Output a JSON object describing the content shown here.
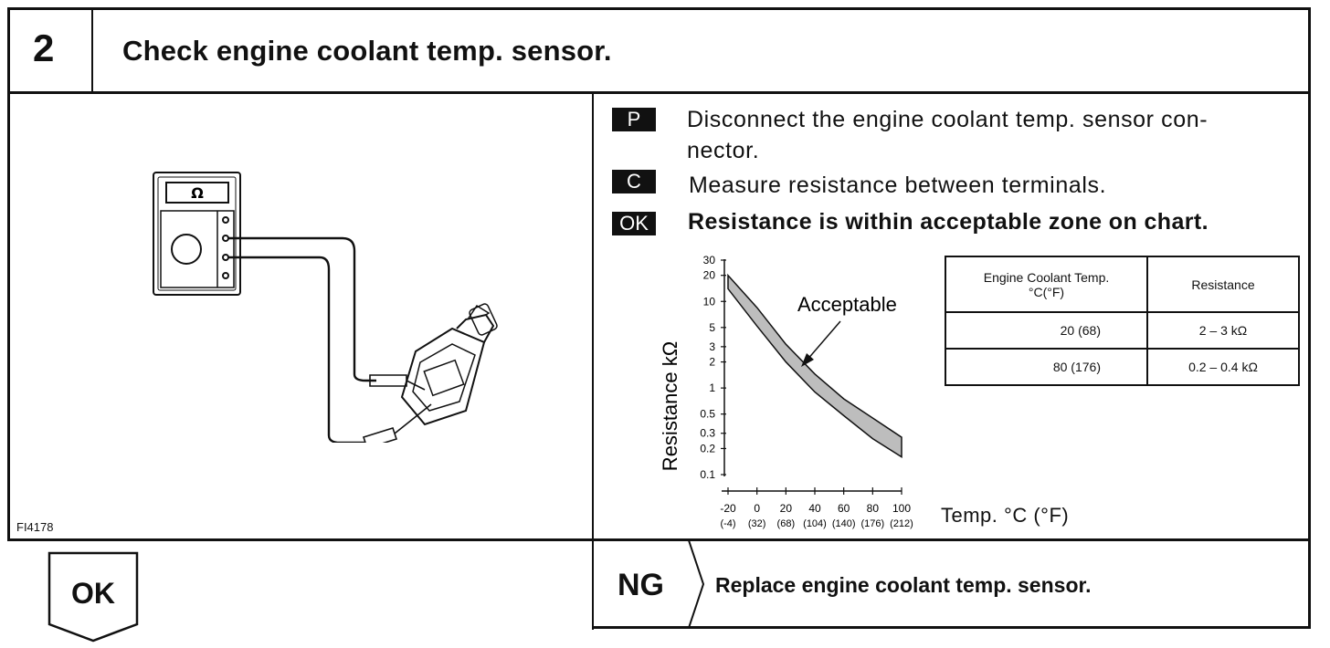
{
  "step": {
    "number": "2",
    "title": "Check engine coolant temp. sensor."
  },
  "figure": {
    "id": "FI4178",
    "meter_symbol": "Ω"
  },
  "instructions": [
    {
      "badge": "P",
      "lines": [
        "Disconnect the engine coolant temp. sensor con-",
        "nector."
      ]
    },
    {
      "badge": "C",
      "lines": [
        "Measure resistance between terminals."
      ]
    },
    {
      "badge": "OK",
      "lines": [
        "Resistance is within acceptable zone on chart."
      ]
    }
  ],
  "chart_data": {
    "type": "area",
    "ylabel": "Resistance kΩ",
    "xlabel": "Temp. °C (°F)",
    "annotation": "Acceptable",
    "y_scale": "log",
    "ylim": [
      0.1,
      30
    ],
    "xlim": [
      -20,
      100
    ],
    "y_ticks": [
      "30",
      "20",
      "10",
      "5",
      "3",
      "2",
      "1",
      "0.5",
      "0.3",
      "0.2",
      "0.1"
    ],
    "y_tick_values": [
      30,
      20,
      10,
      5,
      3,
      2,
      1,
      0.5,
      0.3,
      0.2,
      0.1
    ],
    "x_ticks_c": [
      "-20",
      "0",
      "20",
      "40",
      "60",
      "80",
      "100"
    ],
    "x_tick_values": [
      -20,
      0,
      20,
      40,
      60,
      80,
      100
    ],
    "x_ticks_f": [
      "(-4)",
      "(32)",
      "(68)",
      "(104)",
      "(140)",
      "(176)",
      "(212)"
    ],
    "band": {
      "x": [
        -20,
        0,
        20,
        40,
        60,
        80,
        100
      ],
      "upper": [
        20,
        8.5,
        3.2,
        1.45,
        0.75,
        0.45,
        0.27
      ],
      "lower": [
        14,
        5.2,
        2.0,
        0.9,
        0.48,
        0.26,
        0.16
      ]
    }
  },
  "spec_table": {
    "headers": [
      "Engine Coolant Temp.",
      "°C(°F)",
      "Resistance"
    ],
    "rows": [
      {
        "temp": "20 (68)",
        "resistance": "2 – 3 kΩ"
      },
      {
        "temp": "80 (176)",
        "resistance": "0.2 – 0.4 kΩ"
      }
    ]
  },
  "ok_result": {
    "label": "OK"
  },
  "ng_result": {
    "label": "NG",
    "action": "Replace engine coolant temp. sensor."
  }
}
